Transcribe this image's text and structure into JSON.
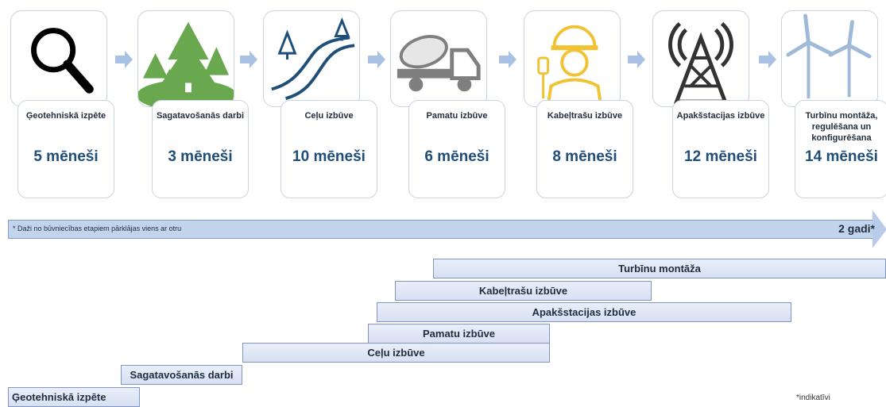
{
  "stages": [
    {
      "title": "Ģeotehniskā izpēte",
      "duration": "5 mēneši",
      "icon": "magnifier-icon"
    },
    {
      "title": "Sagatavošanās darbi",
      "duration": "3 mēneši",
      "icon": "trees-icon"
    },
    {
      "title": "Ceļu izbūve",
      "duration": "10 mēneši",
      "icon": "road-icon"
    },
    {
      "title": "Pamatu izbūve",
      "duration": "6 mēneši",
      "icon": "concrete-mixer-icon"
    },
    {
      "title": "Kabeļtrašu izbūve",
      "duration": "8 mēneši",
      "icon": "worker-icon"
    },
    {
      "title": "Apakšstacijas izbūve",
      "duration": "12 mēneši",
      "icon": "transmission-tower-icon"
    },
    {
      "title": "Turbīnu montāža, regulēšana un konfigurēšana",
      "duration": "14 mēneši",
      "icon": "wind-turbines-icon"
    }
  ],
  "timeline": {
    "note": "* Daži no būvniecības etapiem pārklājas viens ar otru",
    "total": "2 gadi*"
  },
  "gantt": [
    {
      "label": "Turbīnu montāža"
    },
    {
      "label": "Kabeļtrašu izbūve"
    },
    {
      "label": "Apakšstacijas izbūve"
    },
    {
      "label": "Pamatu izbūve"
    },
    {
      "label": "Ceļu izbūve"
    },
    {
      "label": "Sagatavošanās darbi"
    },
    {
      "label": "Ģeotehniskā izpēte"
    }
  ],
  "footnote": "*indikatīvi",
  "colors": {
    "accent": "#1f4e79",
    "arrow": "#a9c1e4",
    "tree": "#6aa84f",
    "worker": "#f1c232",
    "turbine": "#9fb9d8"
  }
}
